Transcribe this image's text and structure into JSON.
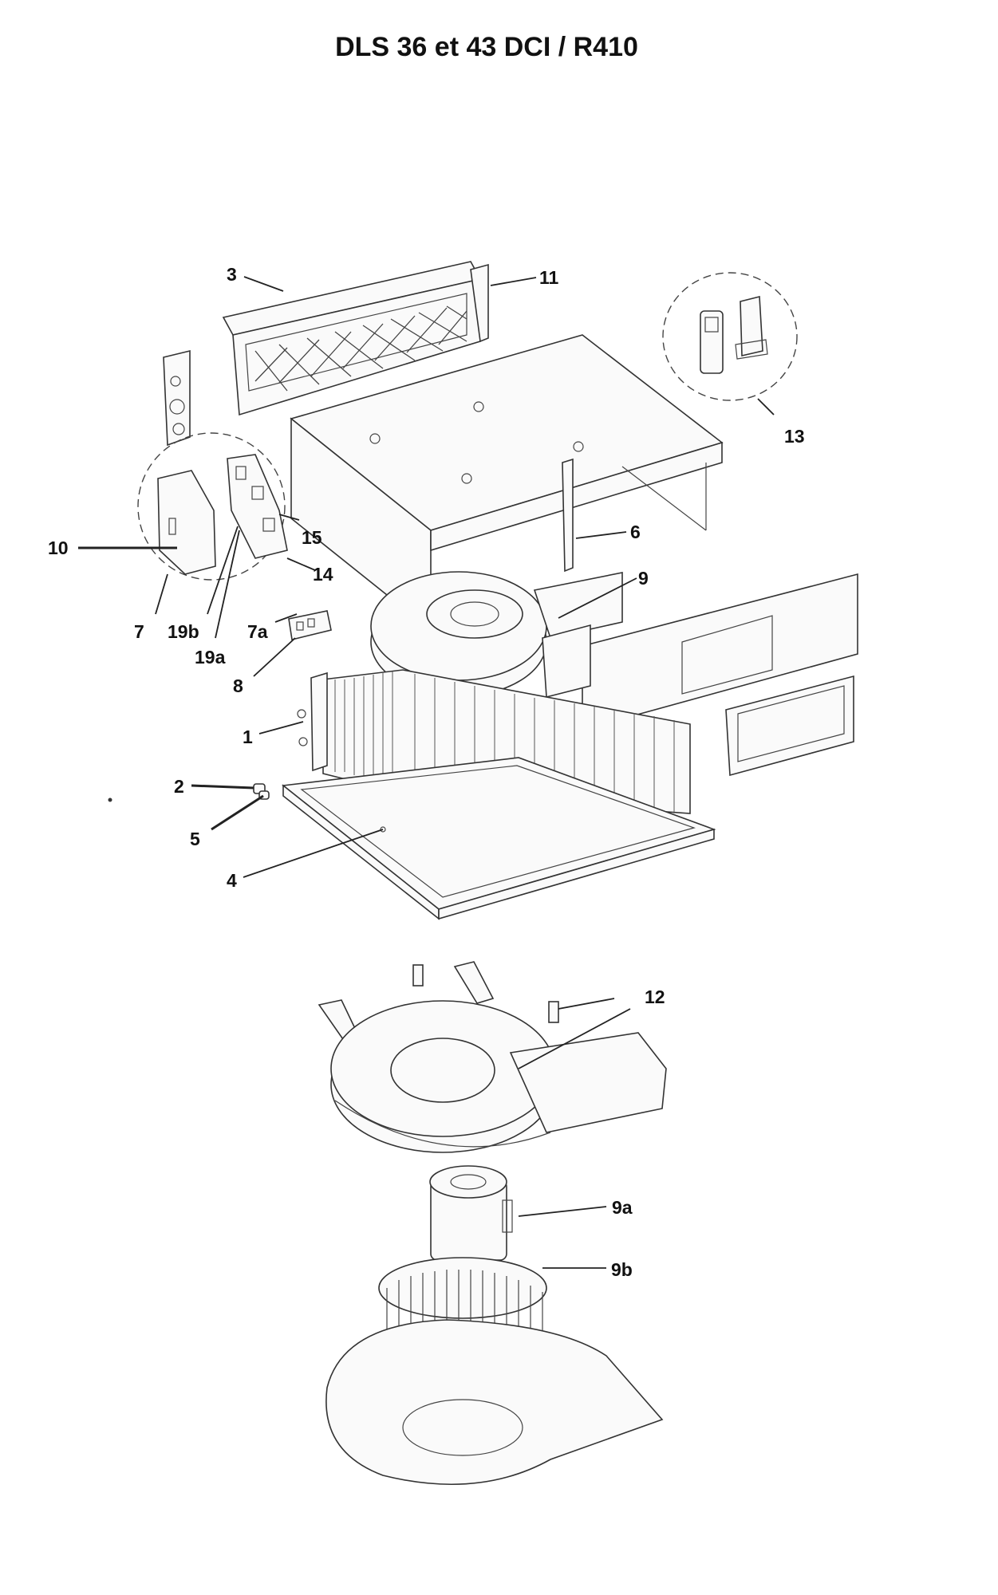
{
  "title": "DLS 36 et 43 DCI / R410",
  "labels": {
    "l1": "1",
    "l2": "2",
    "l3": "3",
    "l4": "4",
    "l5": "5",
    "l6": "6",
    "l7": "7",
    "l7a": "7a",
    "l8": "8",
    "l9": "9",
    "l9a": "9a",
    "l9b": "9b",
    "l10": "10",
    "l11": "11",
    "l12": "12",
    "l13": "13",
    "l14": "14",
    "l15": "15",
    "l19a": "19a",
    "l19b": "19b"
  }
}
